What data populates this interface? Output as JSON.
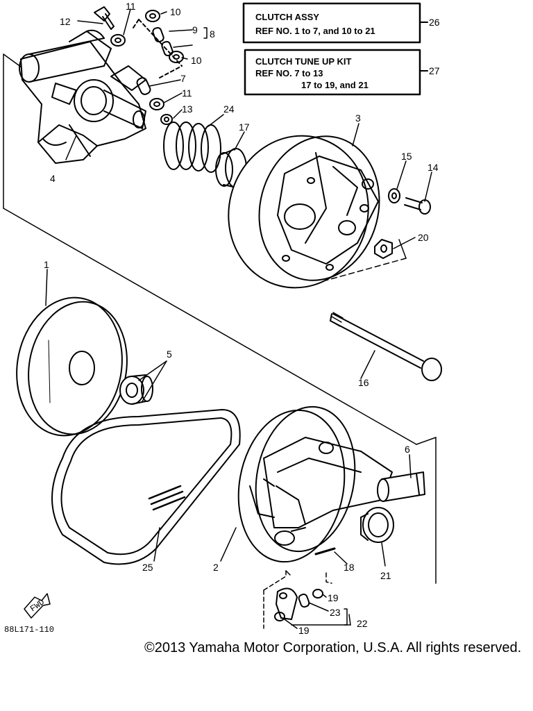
{
  "boxes": {
    "clutch_assy": {
      "title": "CLUTCH ASSY",
      "refs": "REF NO. 1 to 7, and 10 to 21",
      "callout": "26"
    },
    "tune_up_kit": {
      "title": "CLUTCH TUNE UP KIT",
      "line1": "REF NO. 7 to 13",
      "line2": "17 to 19, and 21",
      "callout": "27"
    }
  },
  "callouts": [
    "1",
    "2",
    "3",
    "4",
    "5",
    "6",
    "7",
    "8",
    "9",
    "10",
    "10",
    "11",
    "11",
    "12",
    "13",
    "14",
    "15",
    "16",
    "17",
    "18",
    "19",
    "19",
    "20",
    "21",
    "22",
    "23",
    "24",
    "25"
  ],
  "fwd_label": "FWD",
  "diagram_code": "88L171-110",
  "copyright": "©2013 Yamaha Motor Corporation, U.S.A. All rights reserved."
}
